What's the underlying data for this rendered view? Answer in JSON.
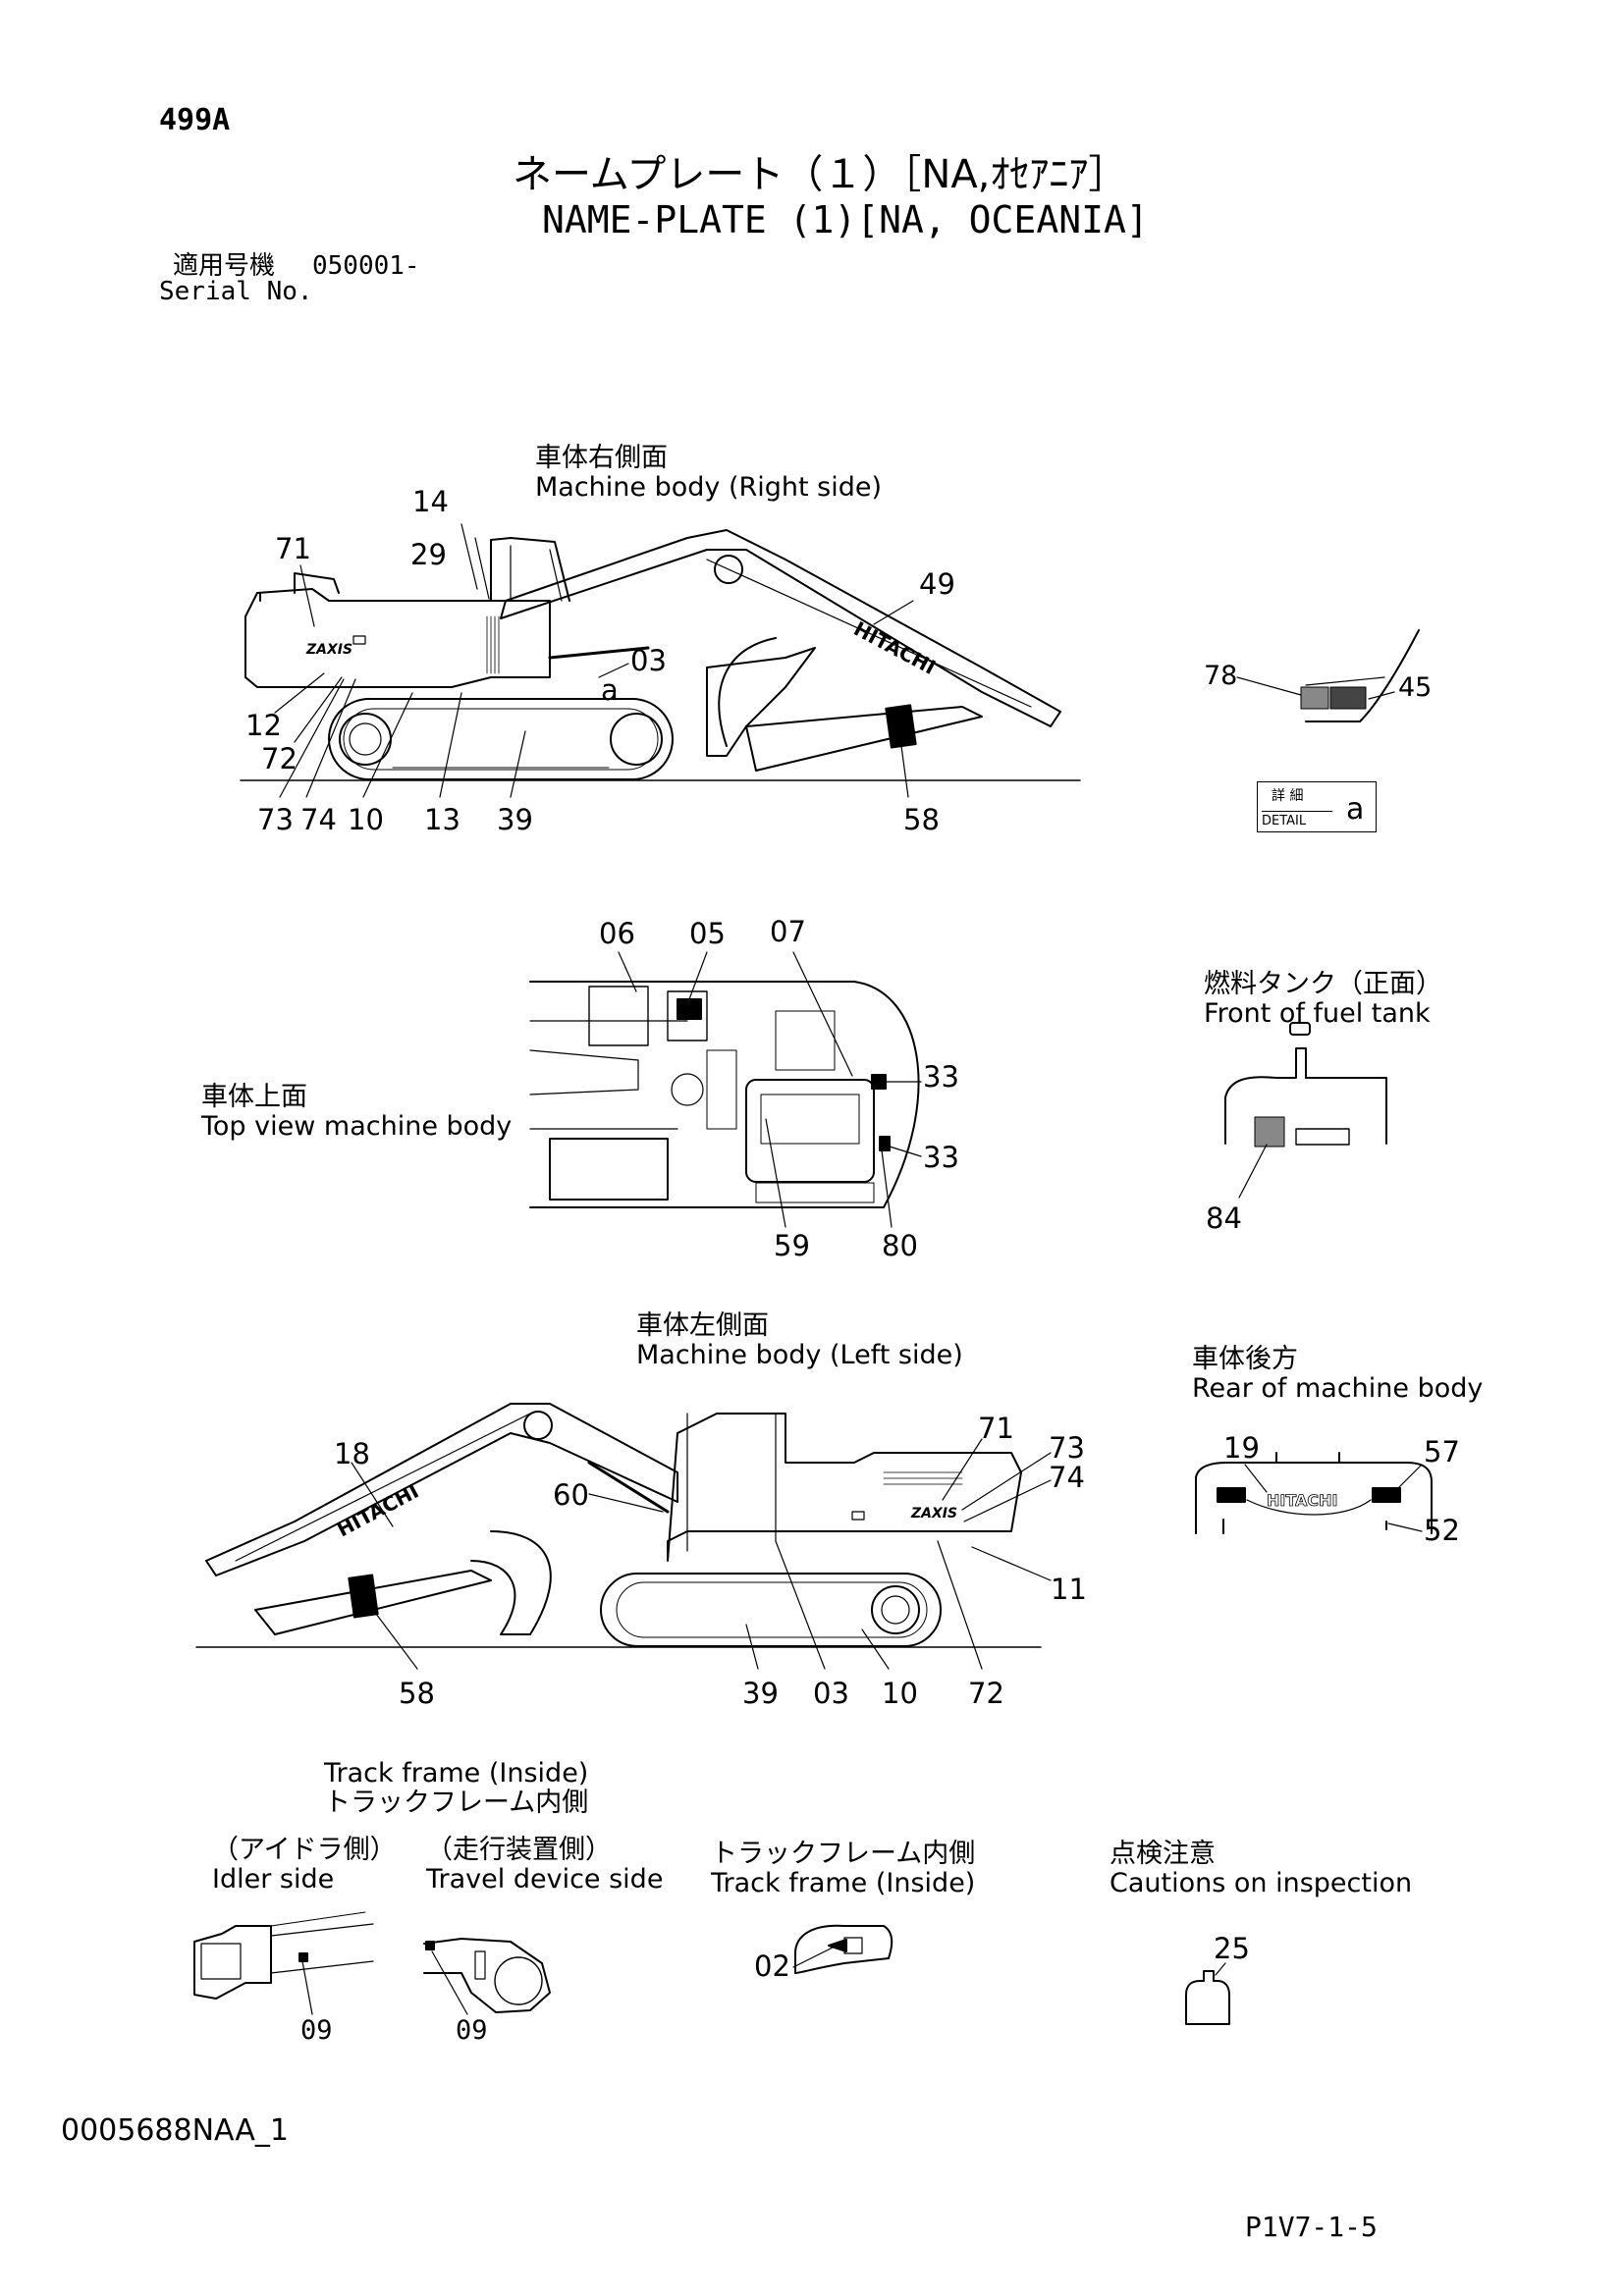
{
  "header": {
    "code": "499A",
    "title_jp": "ネームプレート（１）［NA,ｵｾｱﾆｱ］",
    "title_en": "NAME-PLATE (1)[NA, OCEANIA]",
    "serial_jp": "適用号機",
    "serial_value": "050001-",
    "serial_en": "Serial No."
  },
  "views": {
    "right_side": {
      "jp": "車体右側面",
      "en": "Machine body (Right side)"
    },
    "top_view": {
      "jp": "車体上面",
      "en": "Top view machine body"
    },
    "fuel_tank": {
      "jp": "燃料タンク（正面）",
      "en": "Front of fuel tank"
    },
    "left_side": {
      "jp": "車体左側面",
      "en": "Machine body (Left side)"
    },
    "rear": {
      "jp": "車体後方",
      "en": "Rear of machine body"
    },
    "track_frame_top": {
      "en": "Track frame (Inside)",
      "jp": "トラックフレーム内側"
    },
    "idler": {
      "jp": "（アイドラ側）",
      "en": "Idler side"
    },
    "travel": {
      "jp": "（走行装置側）",
      "en": "Travel device side"
    },
    "track_frame": {
      "jp": "トラックフレーム内側",
      "en": "Track frame (Inside)"
    },
    "cautions": {
      "jp": "点検注意",
      "en": "Cautions on inspection"
    }
  },
  "detail": {
    "jp": "詳 細",
    "en": "DETAIL",
    "letter": "a"
  },
  "brand": {
    "hitachi": "HITACHI",
    "zaxis": "ZAXIS"
  },
  "callouts": {
    "right": {
      "c14": "14",
      "c71": "71",
      "c29": "29",
      "c49": "49",
      "c03": "03",
      "ca": "a",
      "c12": "12",
      "c72": "72",
      "c73": "73",
      "c74": "74",
      "c10": "10",
      "c13": "13",
      "c39": "39",
      "c58": "58"
    },
    "detail_a": {
      "c78": "78",
      "c45": "45"
    },
    "top": {
      "c06": "06",
      "c05": "05",
      "c07": "07",
      "c33a": "33",
      "c33b": "33",
      "c59": "59",
      "c80": "80"
    },
    "fuel": {
      "c84": "84"
    },
    "left": {
      "c18": "18",
      "c60": "60",
      "c71": "71",
      "c73": "73",
      "c74": "74",
      "c11": "11",
      "c58": "58",
      "c39": "39",
      "c03": "03",
      "c10": "10",
      "c72": "72"
    },
    "rear": {
      "c19": "19",
      "c57": "57",
      "c52": "52"
    },
    "bottom": {
      "c09a": "09",
      "c09b": "09",
      "c02": "02",
      "c25": "25"
    }
  },
  "footer": {
    "code": "0005688NAA_1",
    "page": "P1V7-1-5"
  }
}
